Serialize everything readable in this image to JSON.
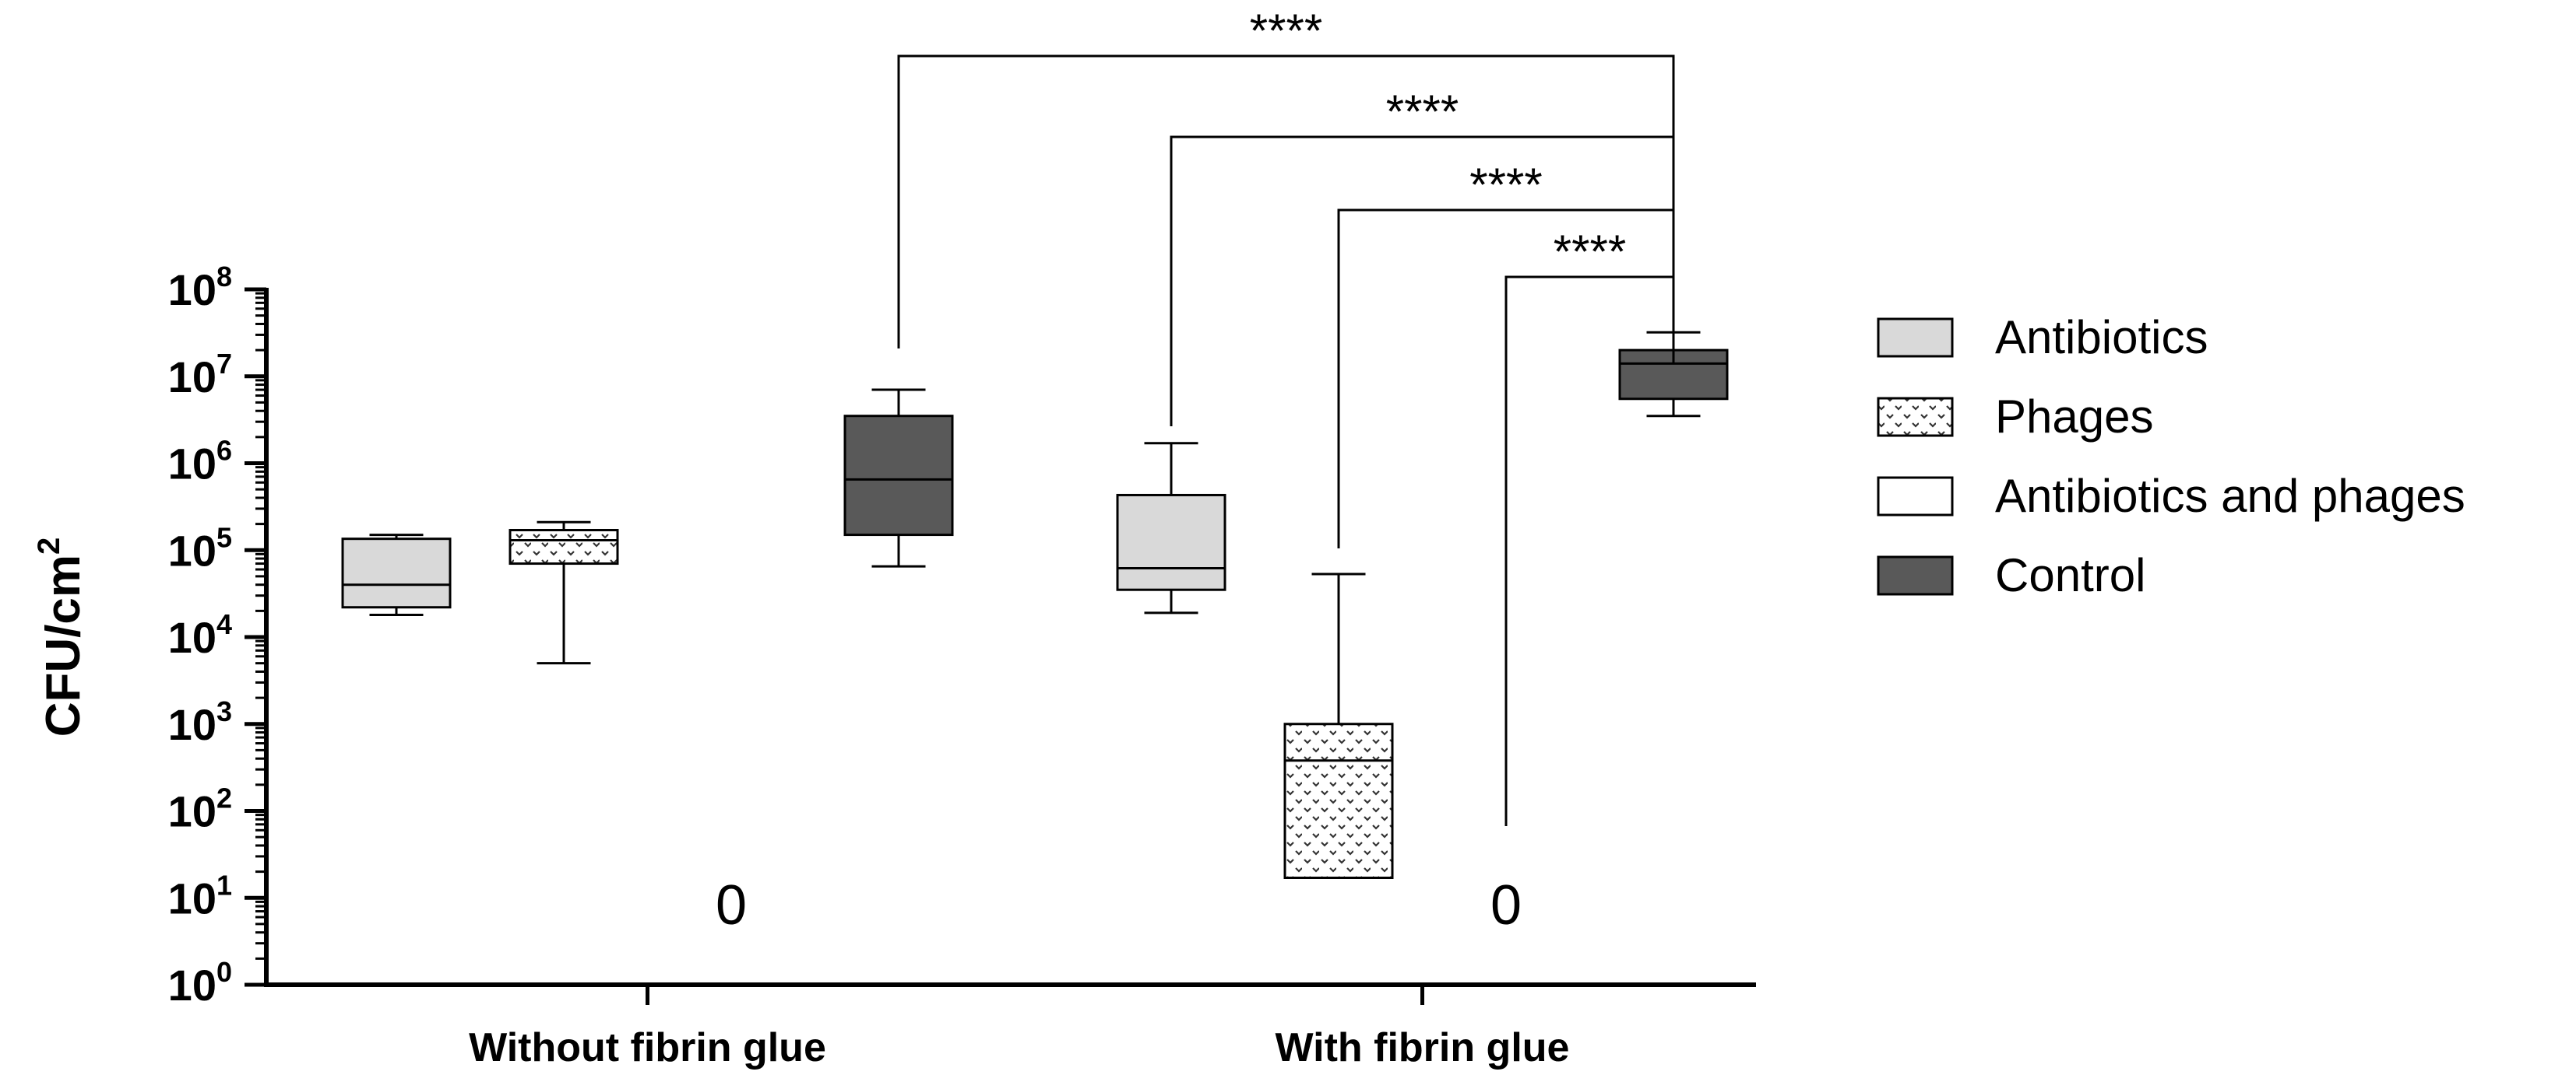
{
  "chart_data": {
    "type": "box",
    "ylabel": "CFU/cm",
    "ylabel_superscript": "2",
    "yscale": "log",
    "ylim": [
      1,
      100000000
    ],
    "yticks": [
      {
        "base": "10",
        "exp": "0"
      },
      {
        "base": "10",
        "exp": "1"
      },
      {
        "base": "10",
        "exp": "2"
      },
      {
        "base": "10",
        "exp": "3"
      },
      {
        "base": "10",
        "exp": "4"
      },
      {
        "base": "10",
        "exp": "5"
      },
      {
        "base": "10",
        "exp": "6"
      },
      {
        "base": "10",
        "exp": "7"
      },
      {
        "base": "10",
        "exp": "8"
      }
    ],
    "groups": [
      "Without fibrin glue",
      "With fibrin glue"
    ],
    "legend_position": "right",
    "series": [
      {
        "name": "Antibiotics",
        "color": "#d9d9d9",
        "pattern": "none"
      },
      {
        "name": "Phages",
        "color": "#ffffff",
        "pattern": "dots"
      },
      {
        "name": "Antibiotics and phages",
        "color": "#ffffff",
        "pattern": "none"
      },
      {
        "name": "Control",
        "color": "#595959",
        "pattern": "none"
      }
    ],
    "boxes": [
      {
        "group": 0,
        "series": 0,
        "min": 18000,
        "q1": 22000,
        "median": 40000,
        "q3": 135000,
        "max": 150000
      },
      {
        "group": 0,
        "series": 1,
        "min": 5000,
        "q1": 70000,
        "median": 130000,
        "q3": 170000,
        "max": 210000
      },
      {
        "group": 0,
        "series": 3,
        "min": 65000,
        "q1": 150000,
        "median": 650000,
        "q3": 3500000,
        "max": 7000000
      },
      {
        "group": 1,
        "series": 0,
        "min": 19000,
        "q1": 35000,
        "median": 62000,
        "q3": 430000,
        "max": 1700000
      },
      {
        "group": 1,
        "series": 1,
        "min": 17,
        "q1": 17,
        "median": 380,
        "q3": 1000,
        "max": 53000
      },
      {
        "group": 1,
        "series": 3,
        "min": 3500000,
        "q1": 5500000,
        "median": 14000000,
        "q3": 20000000,
        "max": 32000000
      }
    ],
    "zero_labels": [
      {
        "group": 0,
        "series": 2,
        "text": "0"
      },
      {
        "group": 1,
        "series": 2,
        "text": "0"
      }
    ],
    "significance": [
      {
        "from": {
          "group": 0,
          "series": 3
        },
        "to": {
          "group": 1,
          "series": 3
        },
        "text": "****"
      },
      {
        "from": {
          "group": 1,
          "series": 0
        },
        "to": {
          "group": 1,
          "series": 3
        },
        "text": "****"
      },
      {
        "from": {
          "group": 1,
          "series": 1
        },
        "to": {
          "group": 1,
          "series": 3
        },
        "text": "****"
      },
      {
        "from": {
          "group": 1,
          "series": 2
        },
        "to": {
          "group": 1,
          "series": 3
        },
        "text": "****"
      }
    ]
  }
}
